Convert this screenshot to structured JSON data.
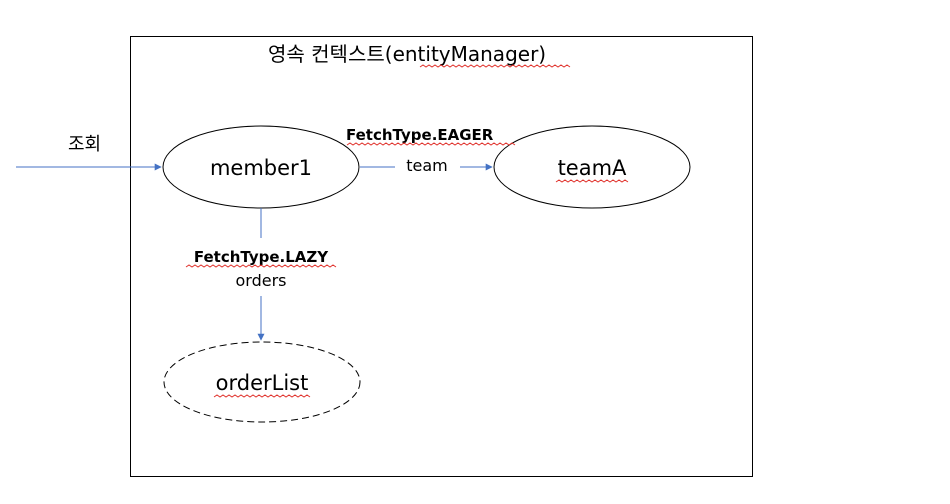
{
  "context": {
    "title_prefix": "영속  컨텍스트(",
    "title_entity": "entityManager",
    "title_suffix": ")"
  },
  "query_label": "조회",
  "nodes": {
    "member": "member1",
    "team": "teamA",
    "orders": "orderList"
  },
  "edges": {
    "team": {
      "fetch_type": "FetchType.EAGER",
      "label": "team"
    },
    "orders": {
      "fetch_type": "FetchType.LAZY",
      "label": "orders"
    }
  },
  "colors": {
    "arrow": "#4472c4",
    "outline": "#000000",
    "spellcheck": "#e0312b"
  }
}
